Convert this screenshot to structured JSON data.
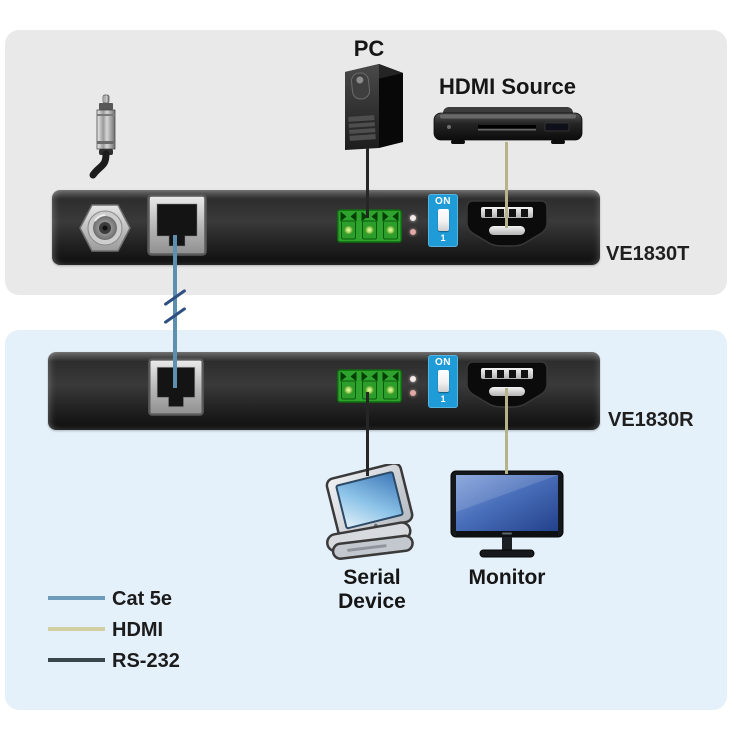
{
  "sections": {
    "transmitter": {
      "background": "#e9e9e9",
      "model_label": "VE1830T"
    },
    "receiver": {
      "background": "#e5f1fa",
      "model_label": "VE1830R"
    }
  },
  "devices": {
    "pc_label": "PC",
    "hdmi_source_label": "HDMI Source",
    "serial_device_label": "Serial Device",
    "monitor_label": "Monitor"
  },
  "dip_switch": {
    "on_label": "ON",
    "position_label": "1"
  },
  "legend": {
    "items": [
      {
        "label": "Cat 5e",
        "color": "#6d9cba"
      },
      {
        "label": "HDMI",
        "color": "#d2cfa0"
      },
      {
        "label": "RS-232",
        "color": "#37474a"
      }
    ]
  },
  "cables": {
    "cat5e_color": "#5f8fae",
    "hdmi_color": "#b7b389",
    "rs232_color": "#262626",
    "break_mark_color": "#2f4f80"
  }
}
